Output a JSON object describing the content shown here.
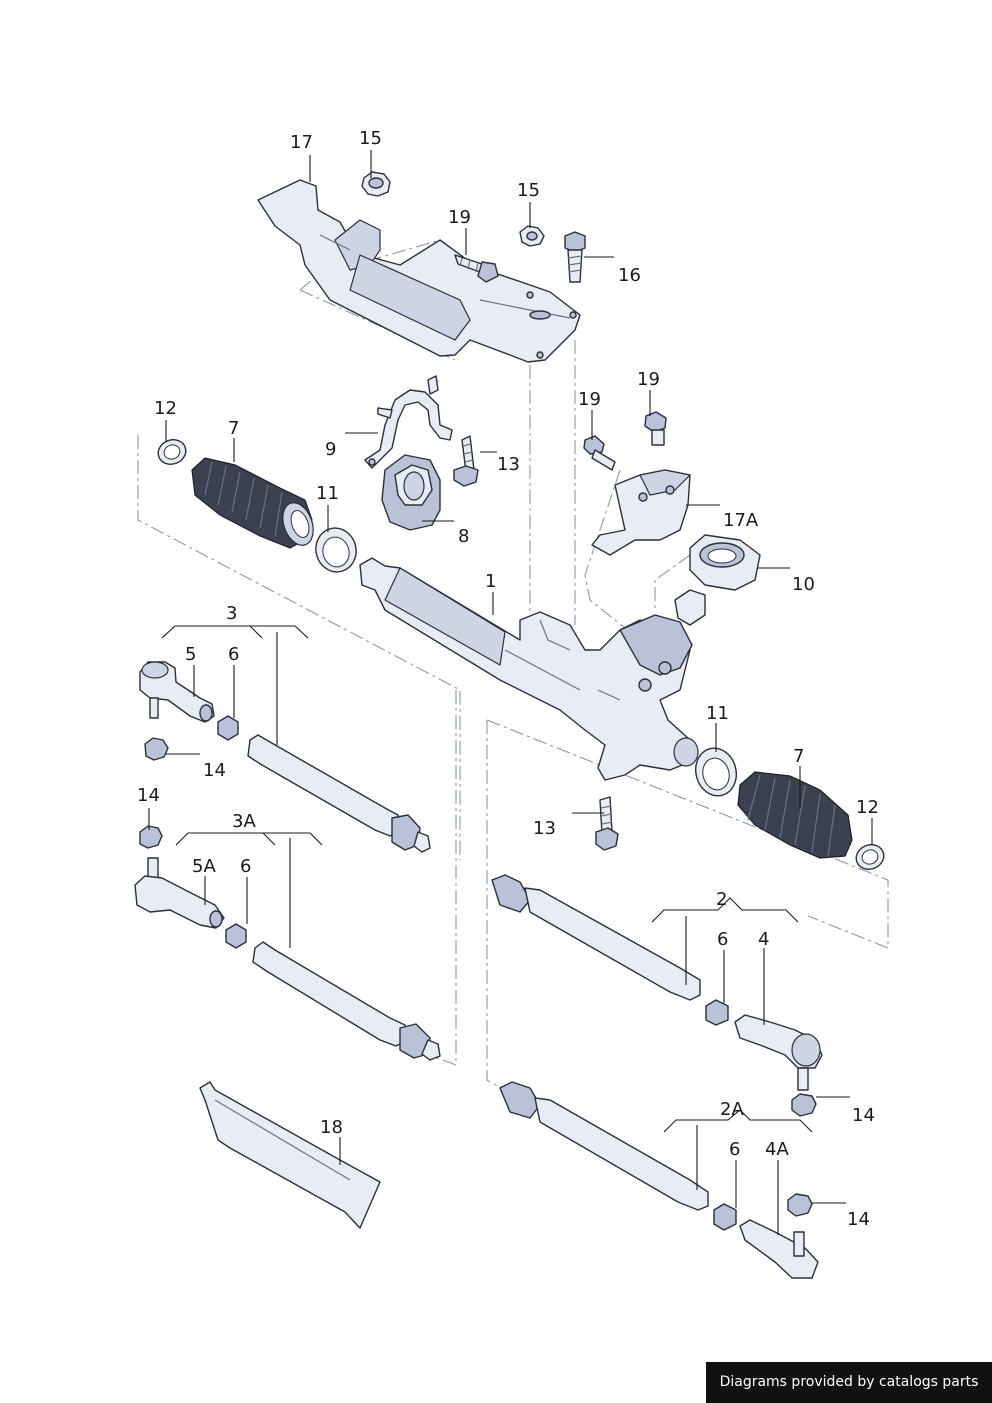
{
  "callouts": {
    "c17": "17",
    "c15a": "15",
    "c15b": "15",
    "c19a": "19",
    "c16": "16",
    "c12a": "12",
    "c7a": "7",
    "c9": "9",
    "c13a": "13",
    "c11a": "11",
    "c8": "8",
    "c19b": "19",
    "c19c": "19",
    "c17a": "17A",
    "c10": "10",
    "c1": "1",
    "c3": "3",
    "c5": "5",
    "c6a": "6",
    "c14a": "14",
    "c14b": "14",
    "c3a": "3A",
    "c5a": "5A",
    "c6b": "6",
    "c11b": "11",
    "c7b": "7",
    "c12b": "12",
    "c13b": "13",
    "c2": "2",
    "c6c": "6",
    "c4": "4",
    "c14c": "14",
    "c2a": "2A",
    "c6d": "6",
    "c4a": "4A",
    "c14d": "14",
    "c18": "18"
  },
  "footer": {
    "credit": "Diagrams provided by catalogs parts"
  },
  "colors": {
    "part_fill": "#e8ecf4",
    "boot": "#3c4150",
    "dash": "#8a98ad",
    "credit_bg": "#111111"
  }
}
